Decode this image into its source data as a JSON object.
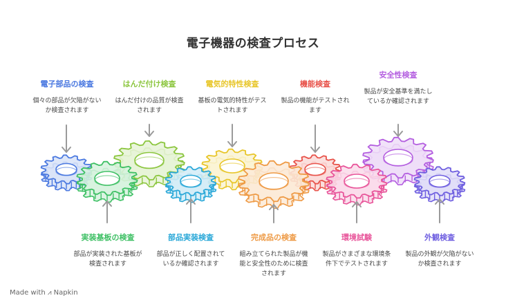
{
  "title": "電子機器の検査プロセス",
  "colors": {
    "blue": "#4a78e0",
    "green": "#3fc065",
    "yellowgreen": "#8cc63f",
    "cyan": "#2aa8d8",
    "yellow": "#e8c62a",
    "orange": "#ee9a45",
    "red": "#e8524a",
    "pink": "#e8559a",
    "purple": "#b45ee0",
    "violet": "#6e5ee0"
  },
  "top_steps": [
    {
      "title": "電子部品の検査",
      "desc": "個々の部品が欠陥がないか検査されます",
      "color": "#4a78e0"
    },
    {
      "title": "はんだ付け検査",
      "desc": "はんだ付けの品質が検査されます",
      "color": "#8cc63f"
    },
    {
      "title": "電気的特性検査",
      "desc": "基板の電気的特性がテストされます",
      "color": "#e8c62a"
    },
    {
      "title": "機能検査",
      "desc": "製品の機能がテストされます",
      "color": "#e8524a"
    },
    {
      "title": "安全性検査",
      "desc": "製品が安全基準を満たしているか確認されます",
      "color": "#b45ee0"
    }
  ],
  "bottom_steps": [
    {
      "title": "実装基板の検査",
      "desc": "部品が実装された基板が検査されます",
      "color": "#3fc065"
    },
    {
      "title": "部品実装検査",
      "desc": "部品が正しく配置されているか確認されます",
      "color": "#2aa8d8"
    },
    {
      "title": "完成品の検査",
      "desc": "組み立てられた製品が機能と安全性のために検査されます",
      "color": "#ee9a45"
    },
    {
      "title": "環境試験",
      "desc": "製品がさまざまな環境条件下でテストされます",
      "color": "#e8559a"
    },
    {
      "title": "外観検査",
      "desc": "製品の外観が欠陥がないか検査されます",
      "color": "#6e5ee0"
    }
  ],
  "footer": {
    "made_with": "Made with",
    "brand": "Napkin"
  }
}
